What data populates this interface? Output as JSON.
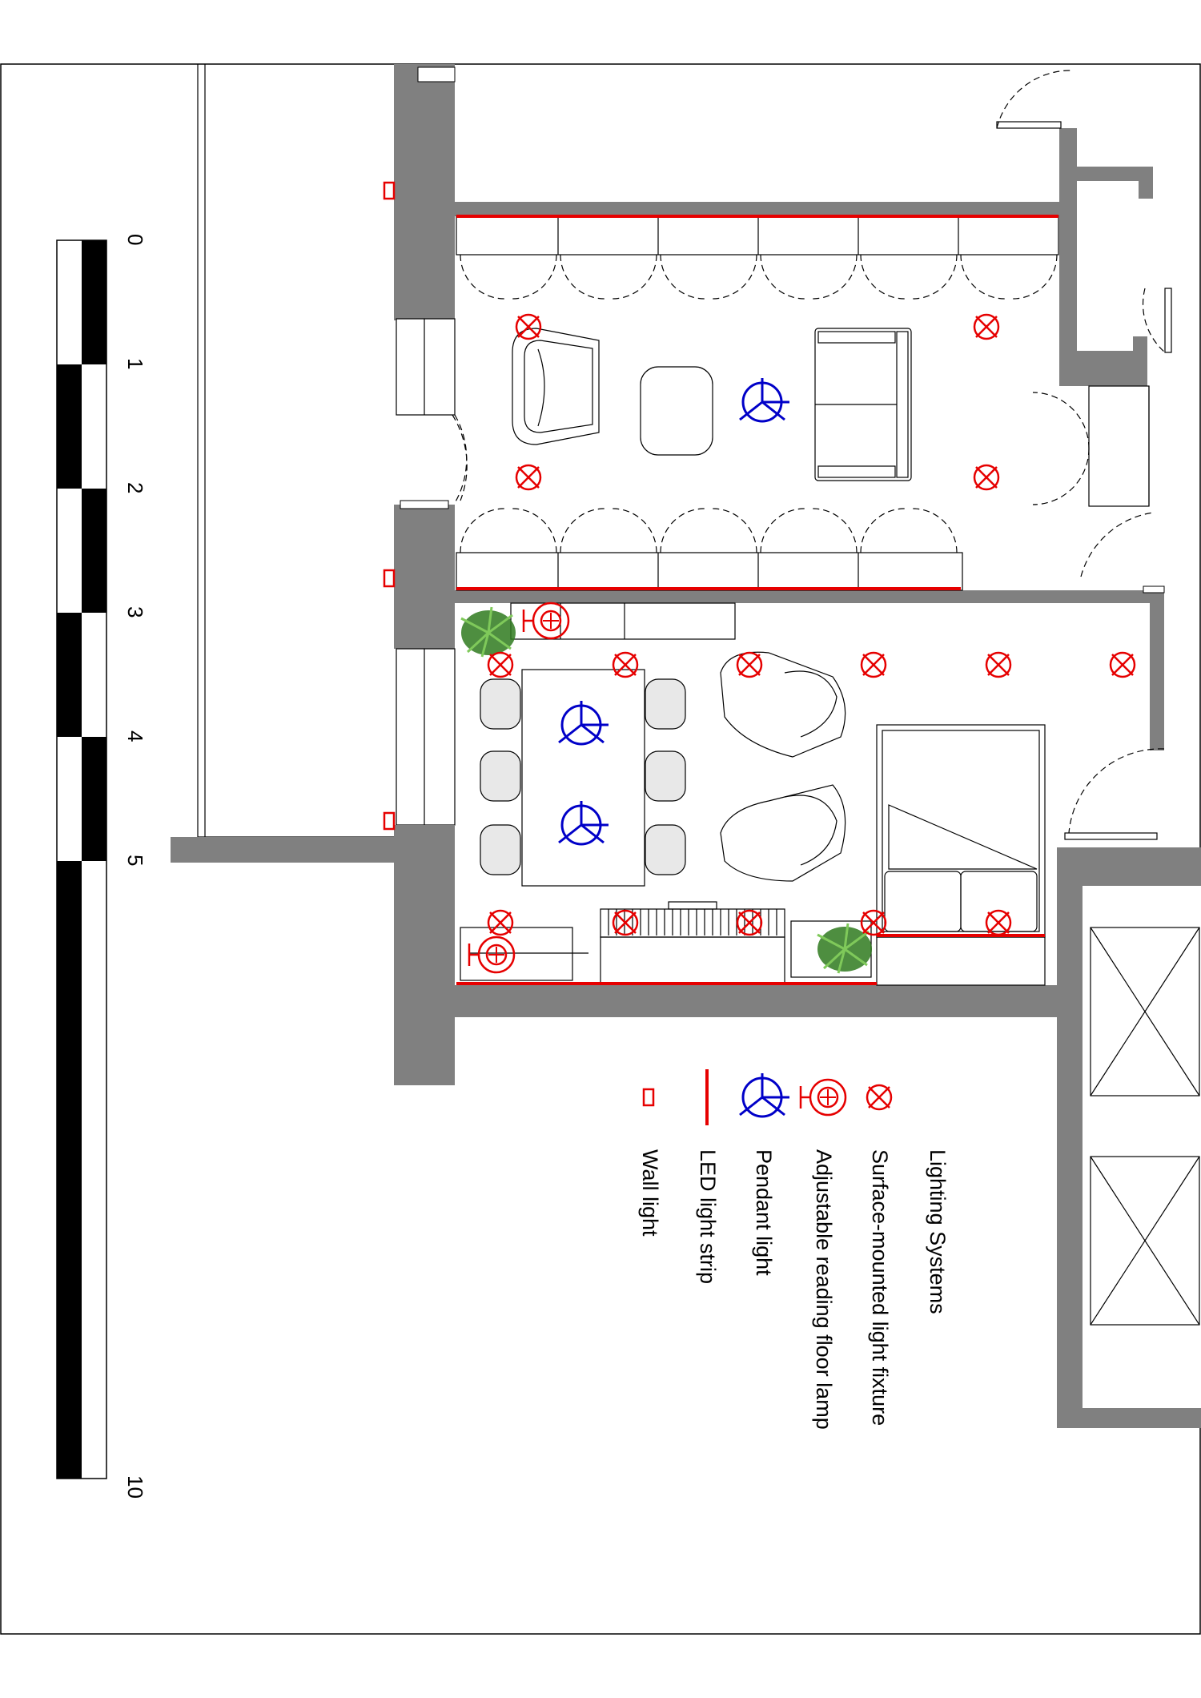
{
  "scale_bar": {
    "ticks": [
      "0",
      "1",
      "2",
      "3",
      "4",
      "5",
      "10"
    ]
  },
  "legend": {
    "title": "Lighting Systems",
    "items": [
      {
        "symbol": "surface-mounted",
        "label": "Surface-mounted light fixture"
      },
      {
        "symbol": "floor-lamp",
        "label": "Adjustable reading floor lamp"
      },
      {
        "symbol": "pendant",
        "label": "Pendant light"
      },
      {
        "symbol": "led-strip",
        "label": "LED light strip"
      },
      {
        "symbol": "wall-light",
        "label": "Wall light"
      }
    ]
  },
  "colors": {
    "wall": "#808080",
    "led_red": "#e60000",
    "pendant_blue": "#0000c8"
  }
}
